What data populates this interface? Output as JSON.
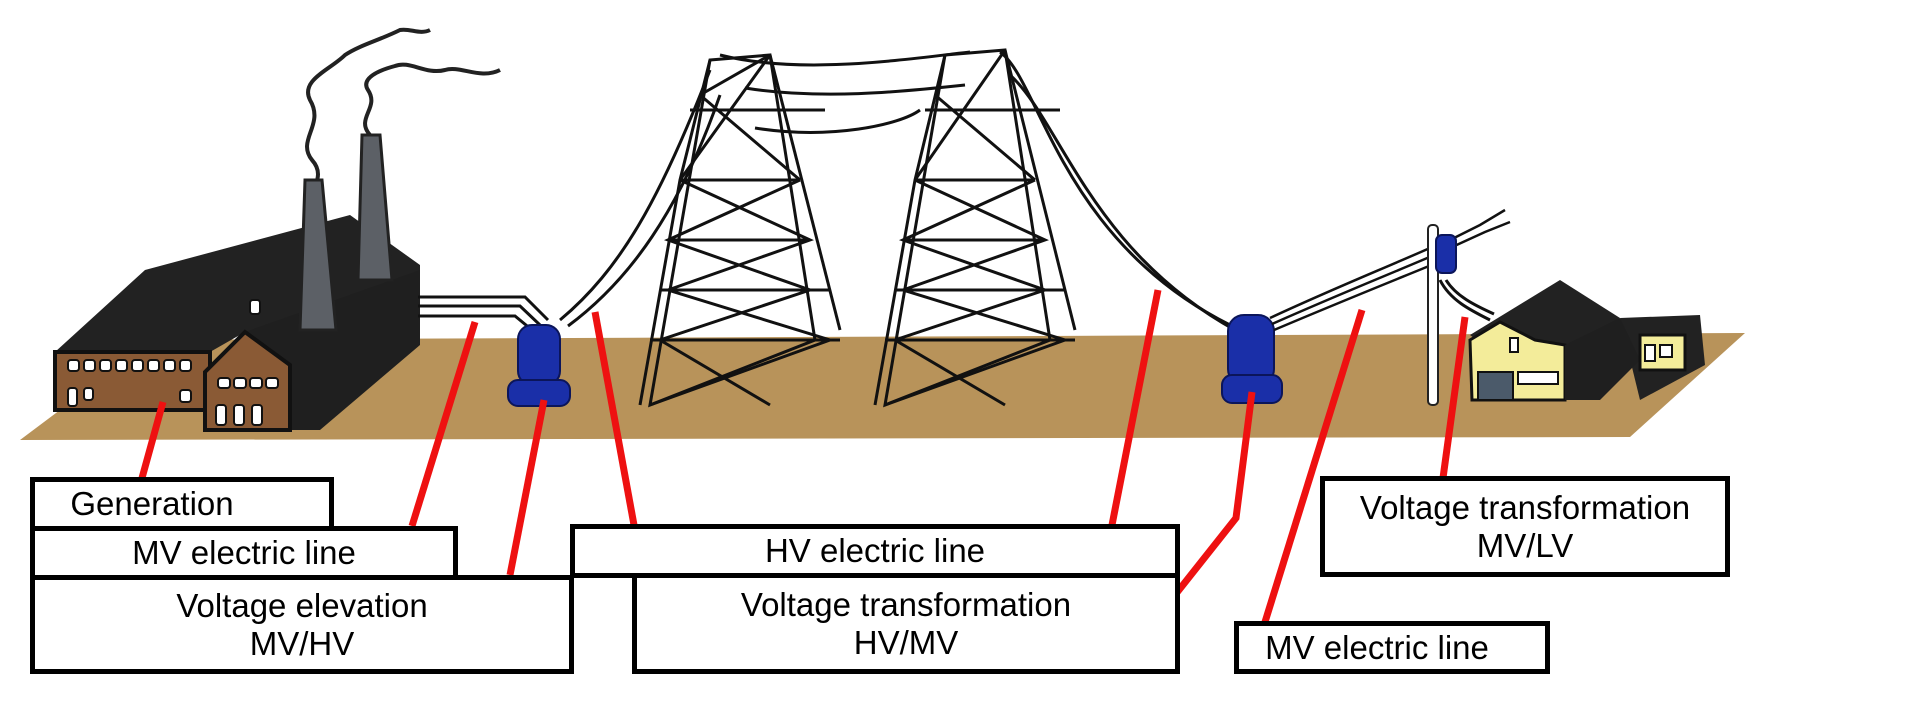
{
  "diagram": {
    "title": "",
    "colors": {
      "leader_line": "#ee1111",
      "ground": "#b8935a",
      "transformer": "#1a2fa8",
      "building_wall": "#8a5a35",
      "roof": "#222222",
      "house_wall": "#f3ec9a",
      "chimney": "#5c6066"
    },
    "components": [
      {
        "id": "generation",
        "icon": "power-plant-icon"
      },
      {
        "id": "mv-line-left",
        "icon": "mv-cable-icon"
      },
      {
        "id": "step-up-transformer",
        "icon": "transformer-icon"
      },
      {
        "id": "hv-line",
        "icon": "transmission-tower-icon"
      },
      {
        "id": "step-down-transformer",
        "icon": "transformer-icon"
      },
      {
        "id": "mv-line-right",
        "icon": "mv-cable-icon"
      },
      {
        "id": "pole-transformer",
        "icon": "pole-transformer-icon"
      },
      {
        "id": "consumer",
        "icon": "house-icon"
      }
    ],
    "labels": {
      "generation": [
        "Generation"
      ],
      "mv_line_left": [
        "MV electric line"
      ],
      "voltage_elevation": [
        "Voltage elevation",
        "MV/HV"
      ],
      "hv_line": [
        "HV electric line"
      ],
      "voltage_transformation_hv_mv": [
        "Voltage transformation",
        "HV/MV"
      ],
      "mv_line_right": [
        "MV electric line"
      ],
      "voltage_transformation_mv_lv": [
        "Voltage transformation",
        "MV/LV"
      ]
    }
  }
}
